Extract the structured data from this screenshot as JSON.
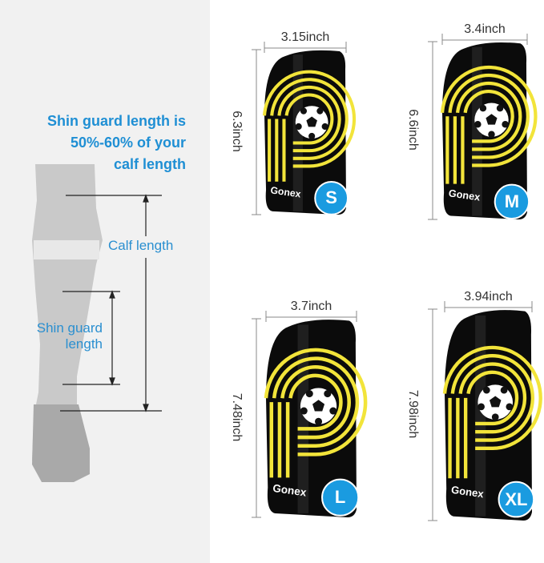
{
  "heading": [
    "Shin guard length is",
    "50%-60% of your",
    "calf length"
  ],
  "calf_label": "Calf length",
  "shin_label": [
    "Shin guard",
    "length"
  ],
  "brand": "Gonex",
  "accent_color": "#1a9be0",
  "guard_colors": {
    "body": "#0b0b0b",
    "stripe": "#f2e43a"
  },
  "sizes": [
    {
      "size": "S",
      "width": "3.15inch",
      "length": "6.3inch"
    },
    {
      "size": "M",
      "width": "3.4inch",
      "length": "6.6inch"
    },
    {
      "size": "L",
      "width": "3.7inch",
      "length": "7.48inch"
    },
    {
      "size": "XL",
      "width": "3.94inch",
      "length": "7.98inch"
    }
  ]
}
